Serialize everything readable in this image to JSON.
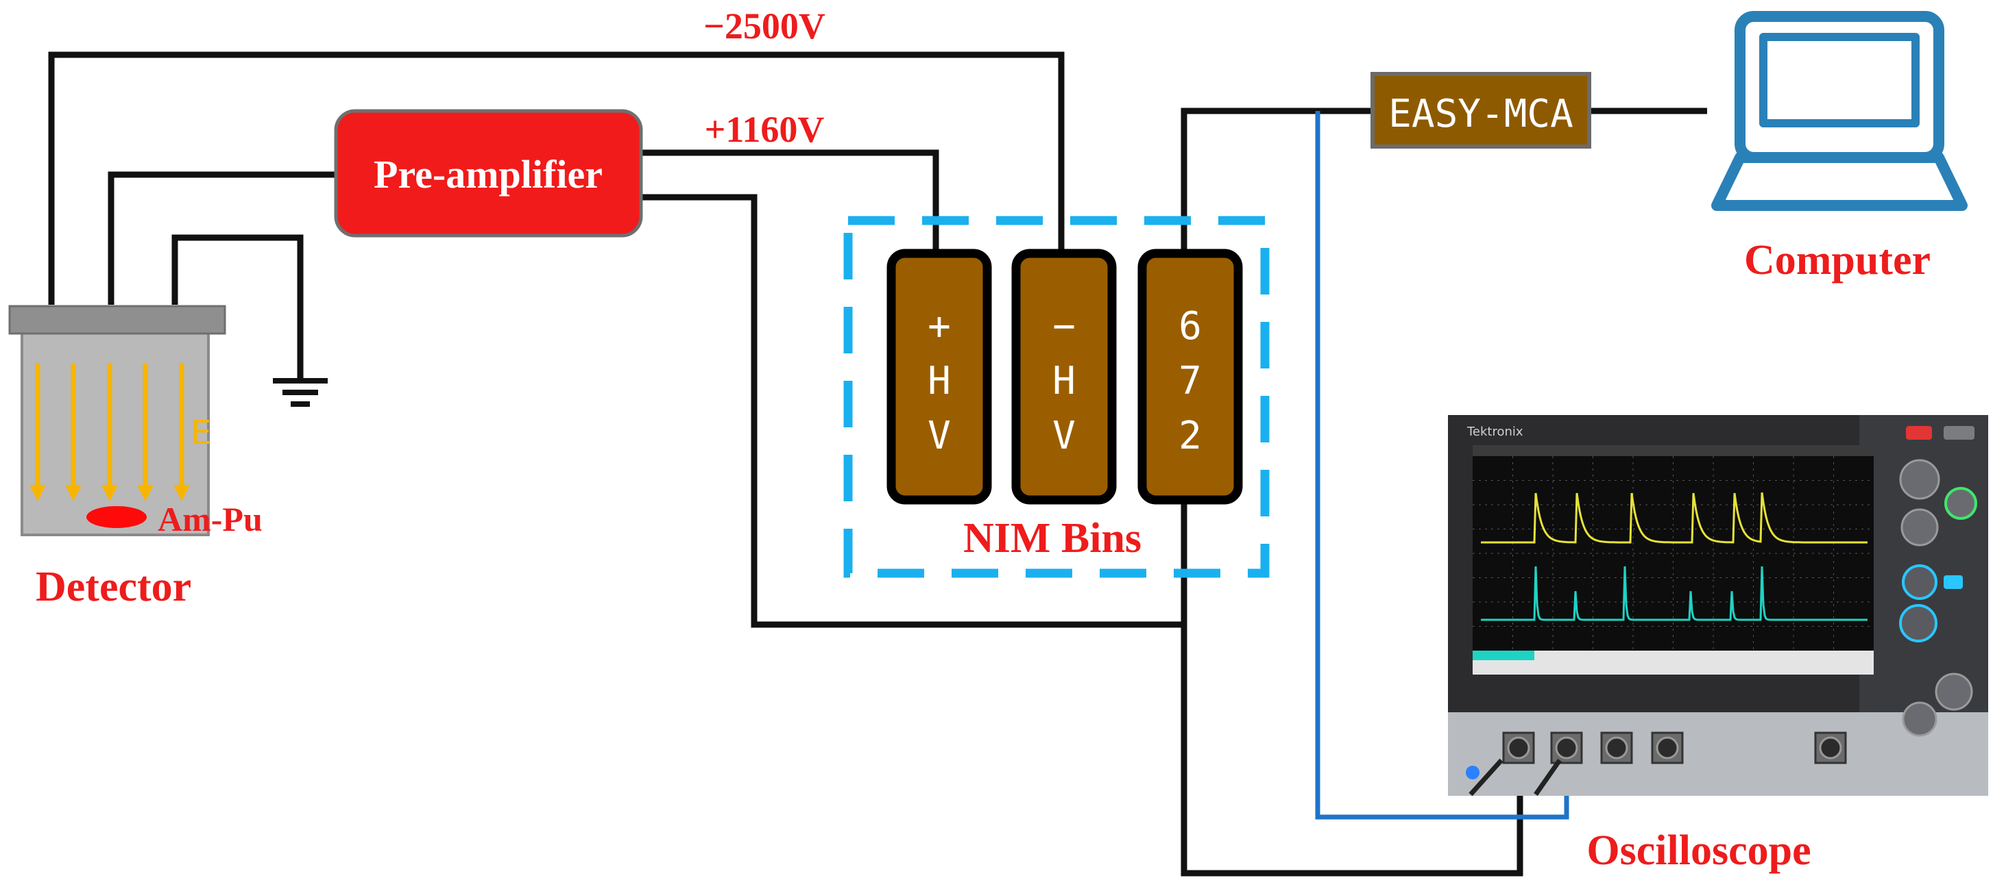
{
  "labels": {
    "neg_hv_voltage": "−2500V",
    "pos_hv_voltage": "+1160V",
    "preamp": "Pre-amplifier",
    "mca": "EASY-MCA",
    "computer": "Computer",
    "detector": "Detector",
    "source": "Am-Pu",
    "field": "E",
    "nim_bins": "NIM Bins",
    "oscilloscope": "Oscilloscope",
    "scope_brand": "Tektronix"
  },
  "nim_modules": [
    {
      "lines": [
        "+",
        "H",
        "V"
      ]
    },
    {
      "lines": [
        "−",
        "H",
        "V"
      ]
    },
    {
      "lines": [
        "6",
        "7",
        "2"
      ]
    }
  ],
  "colors": {
    "wire": "#111111",
    "signal_wire": "#1f74c8",
    "preamp_fill": "#f11b1b",
    "nim_module_fill": "#9a5e00",
    "nim_frame": "#1ab0ef",
    "mca_fill": "#8e5a00",
    "computer_stroke": "#2a81b8",
    "label_red": "#ee1c1c",
    "field_arrow": "#f7b500",
    "scope_trace_ch1": "#e6e23a",
    "scope_trace_ch2": "#1fd3c4"
  }
}
